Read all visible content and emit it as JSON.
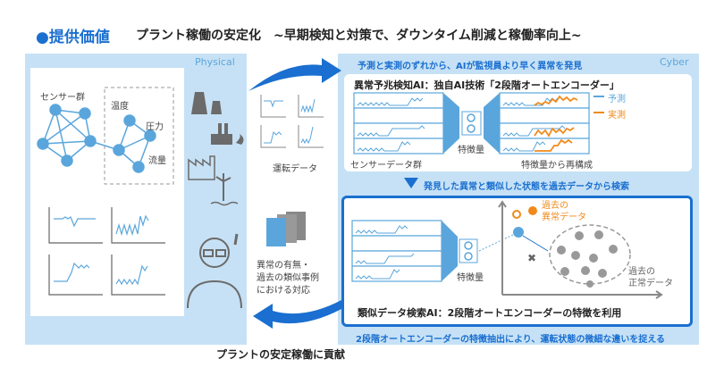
{
  "header": {
    "label": "●提供価値",
    "title": "プラント稼働の安定化　~早期検知と対策で、ダウンタイム削減と稼働率向上~"
  },
  "physical": {
    "label": "Physical",
    "sensor_group": "センサー群",
    "temperature": "温度",
    "pressure": "圧力",
    "flow": "流量",
    "operation_data": "運転データ",
    "response_text": [
      "異常の有無・",
      "過去の類似事例",
      "における対応"
    ]
  },
  "cyber": {
    "label": "Cyber",
    "top_caption": "予測と実測のずれから、AIが監視員より早く異常を発見",
    "detect_title": "異常予兆検知AI：独自AI技術「2段階オートエンコーダー」",
    "legend_pred": "予測",
    "legend_actual": "実測",
    "features": "特徴量",
    "sensor_data": "センサーデータ群",
    "reconstruct": "特徴量から再構成",
    "search_caption": "発見した異常と類似した状態を過去データから検索",
    "past_anomaly": [
      "過去の",
      "異常データ"
    ],
    "past_normal": [
      "過去の",
      "正常データ"
    ],
    "search_title": "類似データ検索AI：2段階オートエンコーダーの特徴を利用",
    "bottom_caption": "2段階オートエンコーダーの特徴抽出により、運転状態の微細な違いを捉える"
  },
  "footer": "プラントの安定稼働に貢献",
  "colors": {
    "accent": "#1a6fd0",
    "light": "#c6e1f5",
    "pred": "#5aa6dc",
    "actual": "#f08a1c"
  }
}
